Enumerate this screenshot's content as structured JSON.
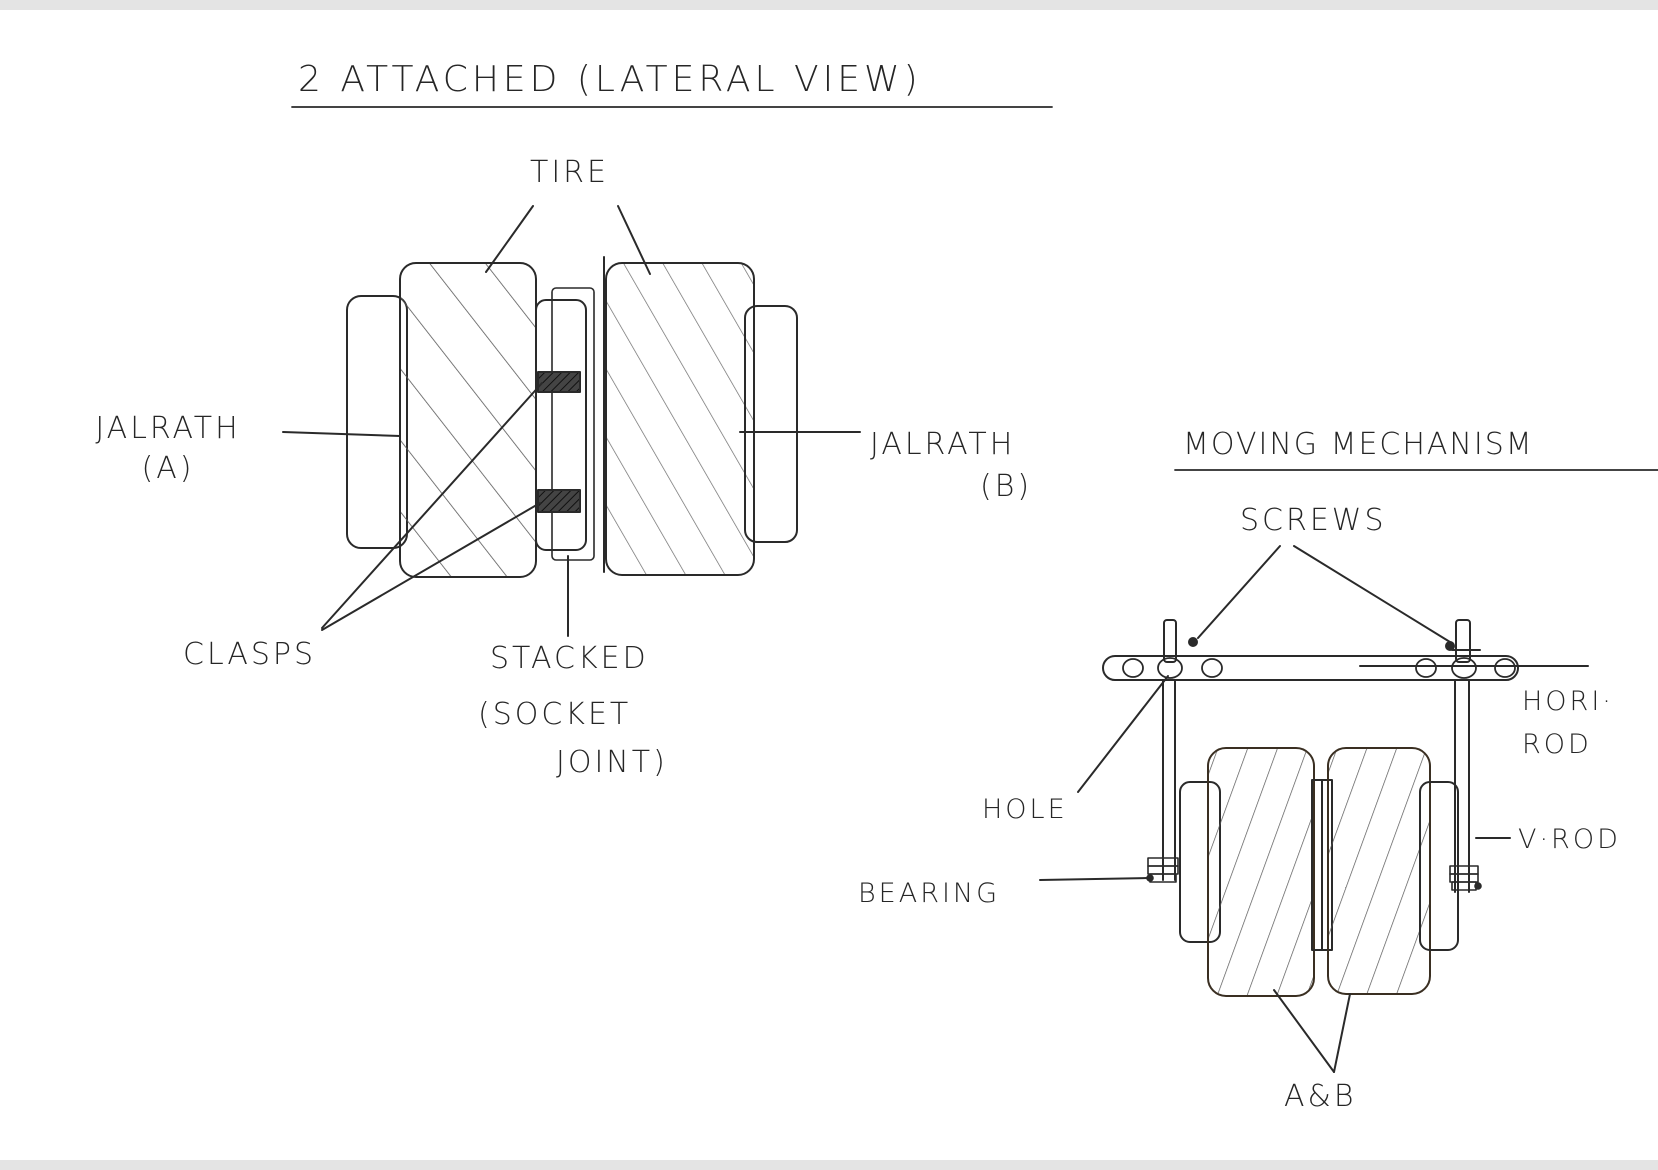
{
  "left_diagram": {
    "title": "2 ATTACHED (LATERAL VIEW)",
    "labels": {
      "tire": "TIRE",
      "jalrath_a_line1": "JALRATH",
      "jalrath_a_line2": "(A)",
      "jalrath_b_line1": "JALRATH",
      "jalrath_b_line2": "(B)",
      "clasps": "CLASPS",
      "stacked_line1": "STACKED",
      "stacked_line2": "(SOCKET",
      "stacked_line3": "JOINT)"
    }
  },
  "right_diagram": {
    "title": "MOVING MECHANISM",
    "labels": {
      "screws": "SCREWS",
      "hori_rod_line1": "HORI·",
      "hori_rod_line2": "ROD",
      "hole": "HOLE",
      "v_rod": "V·ROD",
      "bearing": "BEARING",
      "a_and_b": "A&B"
    }
  },
  "colors": {
    "ink": "#2a2a2a",
    "hatch": "#555555",
    "clasp_fill": "#3a3a3a",
    "paper": "#ffffff",
    "border": "#e4e4e4"
  }
}
